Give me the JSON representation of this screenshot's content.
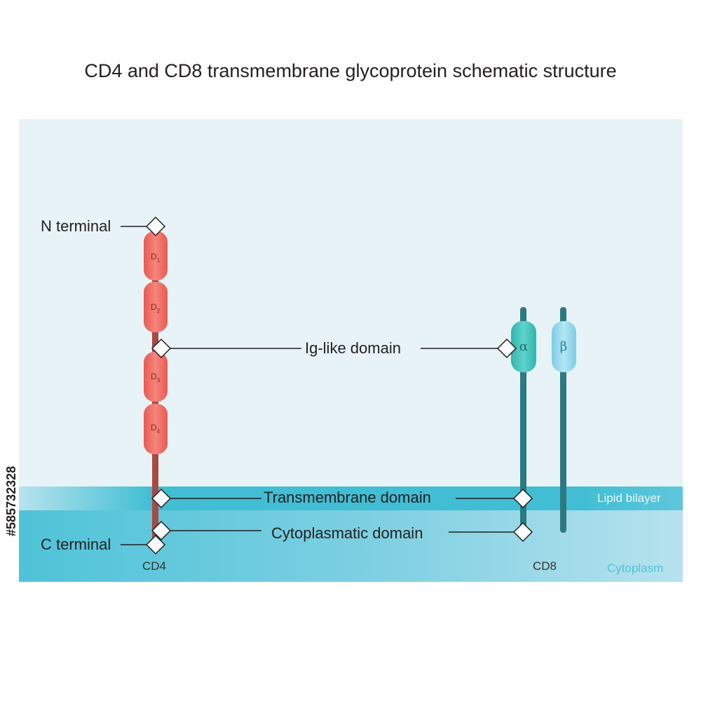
{
  "title": "CD4 and CD8 transmembrane glycoprotein schematic structure",
  "labels": {
    "n_terminal": "N terminal",
    "c_terminal": "C terminal",
    "ig_like": "Ig-like domain",
    "transmembrane": "Transmembrane domain",
    "cytoplasmatic": "Cytoplasmatic domain",
    "lipid_bilayer": "Lipid bilayer",
    "cytoplasm": "Cytoplasm"
  },
  "cd4": {
    "name": "CD4",
    "domains": [
      {
        "letter": "D",
        "sub": "1"
      },
      {
        "letter": "D",
        "sub": "2"
      },
      {
        "letter": "D",
        "sub": "3"
      },
      {
        "letter": "D",
        "sub": "4"
      }
    ]
  },
  "cd8": {
    "name": "CD8",
    "alpha": "α",
    "beta": "β"
  },
  "stock_id": "#585732328",
  "colors": {
    "extracellular": "#e8f3f7",
    "lipid_bilayer": "#3fbdd3",
    "cytoplasm": "#6fcbde",
    "cd4_domain": "#ef6a61",
    "cd4_stalk": "#a84a44",
    "cd8_alpha": "#3cc3bb",
    "cd8_beta": "#8dd8ec",
    "cd8_stalk": "#2b7a82"
  }
}
